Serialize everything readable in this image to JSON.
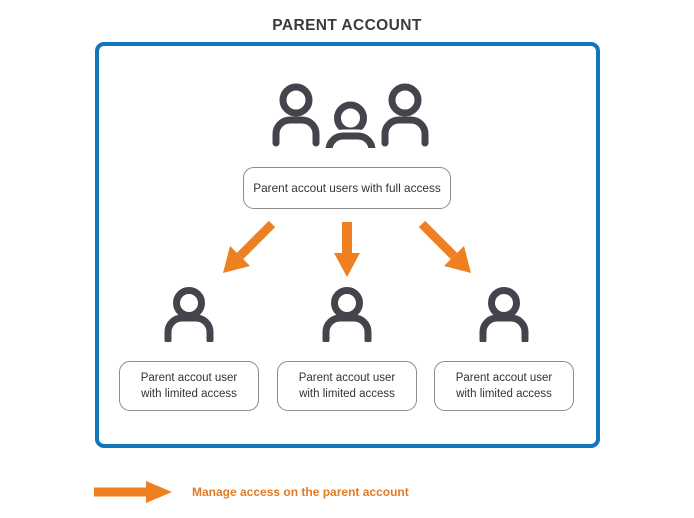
{
  "diagram": {
    "title": "PARENT ACCOUNT",
    "colors": {
      "container_border": "#1276bd",
      "arrow": "#ef8022",
      "icon": "#44444c",
      "pill_border": "#8c8c92",
      "title_text": "#3a3a40",
      "legend_text": "#e07b26"
    },
    "top_node": {
      "icon": "group-of-three-people-icon",
      "label": "Parent accout users with full access"
    },
    "connectors": [
      {
        "name": "arrow-down-left",
        "direction": "down-left"
      },
      {
        "name": "arrow-down",
        "direction": "down"
      },
      {
        "name": "arrow-down-right",
        "direction": "down-right"
      }
    ],
    "child_nodes": [
      {
        "icon": "person-icon",
        "label_line1": "Parent accout user",
        "label_line2": "with limited access"
      },
      {
        "icon": "person-icon",
        "label_line1": "Parent accout user",
        "label_line2": "with limited access"
      },
      {
        "icon": "person-icon",
        "label_line1": "Parent accout user",
        "label_line2": "with limited access"
      }
    ],
    "legend": {
      "icon": "right-arrow-icon",
      "label": "Manage access on the parent account"
    }
  }
}
